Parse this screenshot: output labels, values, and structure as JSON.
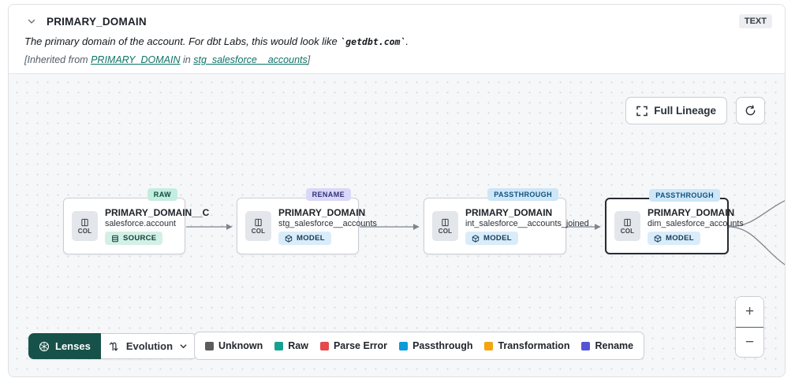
{
  "header": {
    "title": "PRIMARY_DOMAIN",
    "type_badge": "TEXT",
    "description_prefix": "The primary domain of the account. For dbt Labs, this would look like ",
    "description_code": "`getdbt.com`",
    "description_suffix": ".",
    "inherited_prefix": "[Inherited from ",
    "inherited_link_column": "PRIMARY_DOMAIN",
    "inherited_middle": " in ",
    "inherited_link_model": "stg_salesforce__accounts",
    "inherited_suffix": "]"
  },
  "toolbar": {
    "full_lineage_label": "Full Lineage"
  },
  "nodes": [
    {
      "title": "PRIMARY_DOMAIN__C",
      "subtitle": "salesforce.account",
      "resource_label": "SOURCE",
      "evolution_badge": "RAW",
      "col_label": "COL"
    },
    {
      "title": "PRIMARY_DOMAIN",
      "subtitle": "stg_salesforce__accounts",
      "resource_label": "MODEL",
      "evolution_badge": "RENAME",
      "col_label": "COL"
    },
    {
      "title": "PRIMARY_DOMAIN",
      "subtitle": "int_salesforce__accounts_joined",
      "resource_label": "MODEL",
      "evolution_badge": "PASSTHROUGH",
      "col_label": "COL"
    },
    {
      "title": "PRIMARY_DOMAIN",
      "subtitle": "dim_salesforce_accounts",
      "resource_label": "MODEL",
      "evolution_badge": "PASSTHROUGH",
      "col_label": "COL"
    }
  ],
  "edges": [
    {
      "from": 0,
      "to": 1
    },
    {
      "from": 1,
      "to": 2
    },
    {
      "from": 2,
      "to": 3
    },
    {
      "from": 3,
      "to": "offscreen-upper"
    },
    {
      "from": 3,
      "to": "offscreen-lower"
    }
  ],
  "lenses": {
    "label": "Lenses",
    "selected_lens": "Evolution"
  },
  "legend": [
    {
      "label": "Unknown",
      "color": "#5c5c5c"
    },
    {
      "label": "Raw",
      "color": "#14a290"
    },
    {
      "label": "Parse Error",
      "color": "#e5484d"
    },
    {
      "label": "Passthrough",
      "color": "#0e9ad6"
    },
    {
      "label": "Transformation",
      "color": "#f2a50c"
    },
    {
      "label": "Rename",
      "color": "#5753d6"
    }
  ],
  "zoom_controls": {
    "zoom_in": "+",
    "zoom_out": "−"
  },
  "colors": {
    "link": "#0d7468",
    "lenses_button_bg": "#17524a",
    "badge_raw_bg": "#c3eedf",
    "badge_rename_bg": "#d9d8f8",
    "badge_passthrough_bg": "#cde6f8",
    "canvas_bg": "#f6f7f8",
    "selected_node_border": "#272c33"
  }
}
